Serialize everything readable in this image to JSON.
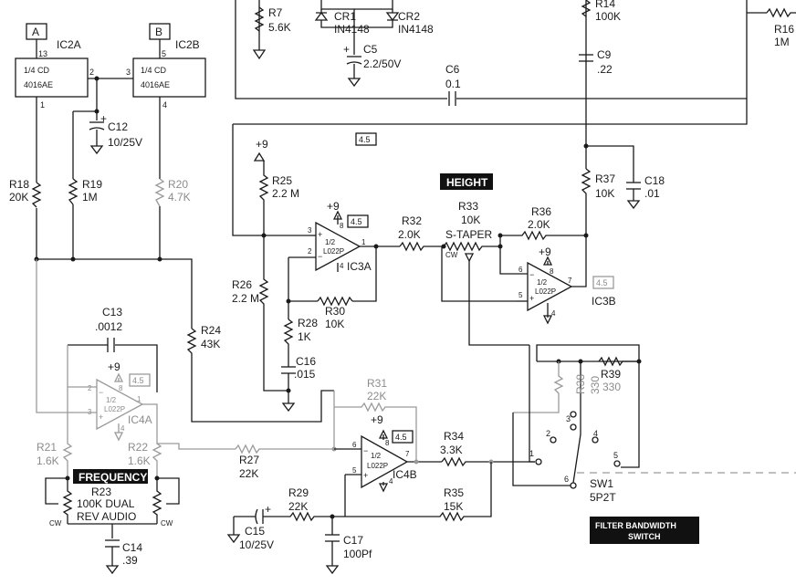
{
  "labels": {
    "in_a": "A",
    "in_b": "B",
    "ic2a_pin13": "13",
    "ic2b_pin5": "5",
    "ic2a": "IC2A",
    "ic2b": "IC2B",
    "ic2a_type1": "1/4 CD",
    "ic2a_type2": "4016AE",
    "ic2b_type1": "1/4 CD",
    "ic2b_type2": "4016AE",
    "ic2a_pin1": "1",
    "ic2a_pin2": "2",
    "ic2b_pin3": "3",
    "ic2b_pin4": "4",
    "r7": "R7",
    "r7v": "5.6K",
    "cr1": "CR1",
    "cr1v": "IN4148",
    "cr2": "CR2",
    "cr2v": "IN4148",
    "c5": "C5",
    "c5v": "2.2/50V",
    "r14": "R14",
    "r14v": "100K",
    "c9": "C9",
    "c9v": ".22",
    "r16": "R16",
    "r16v": "1M",
    "c6": "C6",
    "c6v": "0.1",
    "c12": "C12",
    "c12v": "10/25V",
    "box45_top": "4.5",
    "plus9_a": "+9",
    "r25": "R25",
    "r25v": "2.2 M",
    "height": "HEIGHT",
    "r18": "R18",
    "r18v": "20K",
    "r19": "R19",
    "r19v": "1M",
    "r20": "R20",
    "r20v": "4.7K",
    "r37": "R37",
    "r37v": "10K",
    "c18": "C18",
    "c18v": ".01",
    "plus9_b": "+9",
    "box45_ic3a": "4.5",
    "r32": "R32",
    "r32v": "2.0K",
    "r33": "R33",
    "r33v": "10K",
    "r33t": "S-TAPER",
    "cw_r33": "CW",
    "r36": "R36",
    "r36v": "2.0K",
    "plus9_c": "+9",
    "box45_ic3b": "4.5",
    "ic3a": "IC3A",
    "ic3b": "IC3B",
    "op_half": "1/2",
    "op_type": "L022P",
    "r26": "R26",
    "r26v": "2.2 M",
    "r30": "R30",
    "r30v": "10K",
    "r28": "R28",
    "r28v": "1K",
    "c16": "C16",
    "c16v": ".015",
    "c13": "C13",
    "c13v": ".0012",
    "r24": "R24",
    "r24v": "43K",
    "plus9_d": "+9",
    "box45_ic4a": "4.5",
    "ic4a": "IC4A",
    "r31": "R31",
    "r31v": "22K",
    "plus9_e": "+9",
    "box45_ic4b": "4.5",
    "ic4b": "IC4B",
    "r38": "R38",
    "r38v": "330",
    "r39": "R39",
    "r39v": "330",
    "r21": "R21",
    "r21v": "1.6K",
    "r22": "R22",
    "r22v": "1.6K",
    "frequency": "FREQUENCY",
    "r23": "R23",
    "r23v": "100K DUAL",
    "r23t": "REV AUDIO",
    "cw_l": "CW",
    "cw_r": "CW",
    "r27": "R27",
    "r27v": "22K",
    "r34": "R34",
    "r34v": "3.3K",
    "r35": "R35",
    "r35v": "15K",
    "r29": "R29",
    "r29v": "22K",
    "c15": "C15",
    "c15v": "10/25V",
    "c17": "C17",
    "c17v": "100Pf",
    "c14": "C14",
    "c14v": ".39",
    "sw1": "SW1",
    "sw1t": "5P2T",
    "fbs1": "FILTER BANDWIDTH",
    "fbs2": "SWITCH",
    "sw_p1": "1",
    "sw_p2": "2",
    "sw_p3": "3",
    "sw_p4": "4",
    "sw_p5": "5",
    "sw_p6": "6",
    "pin1": "1",
    "pin2": "2",
    "pin3": "3",
    "pin4": "4",
    "pin5": "5",
    "pin6": "6",
    "pin7": "7",
    "pin8": "8",
    "plus": "+",
    "minus": "−"
  }
}
